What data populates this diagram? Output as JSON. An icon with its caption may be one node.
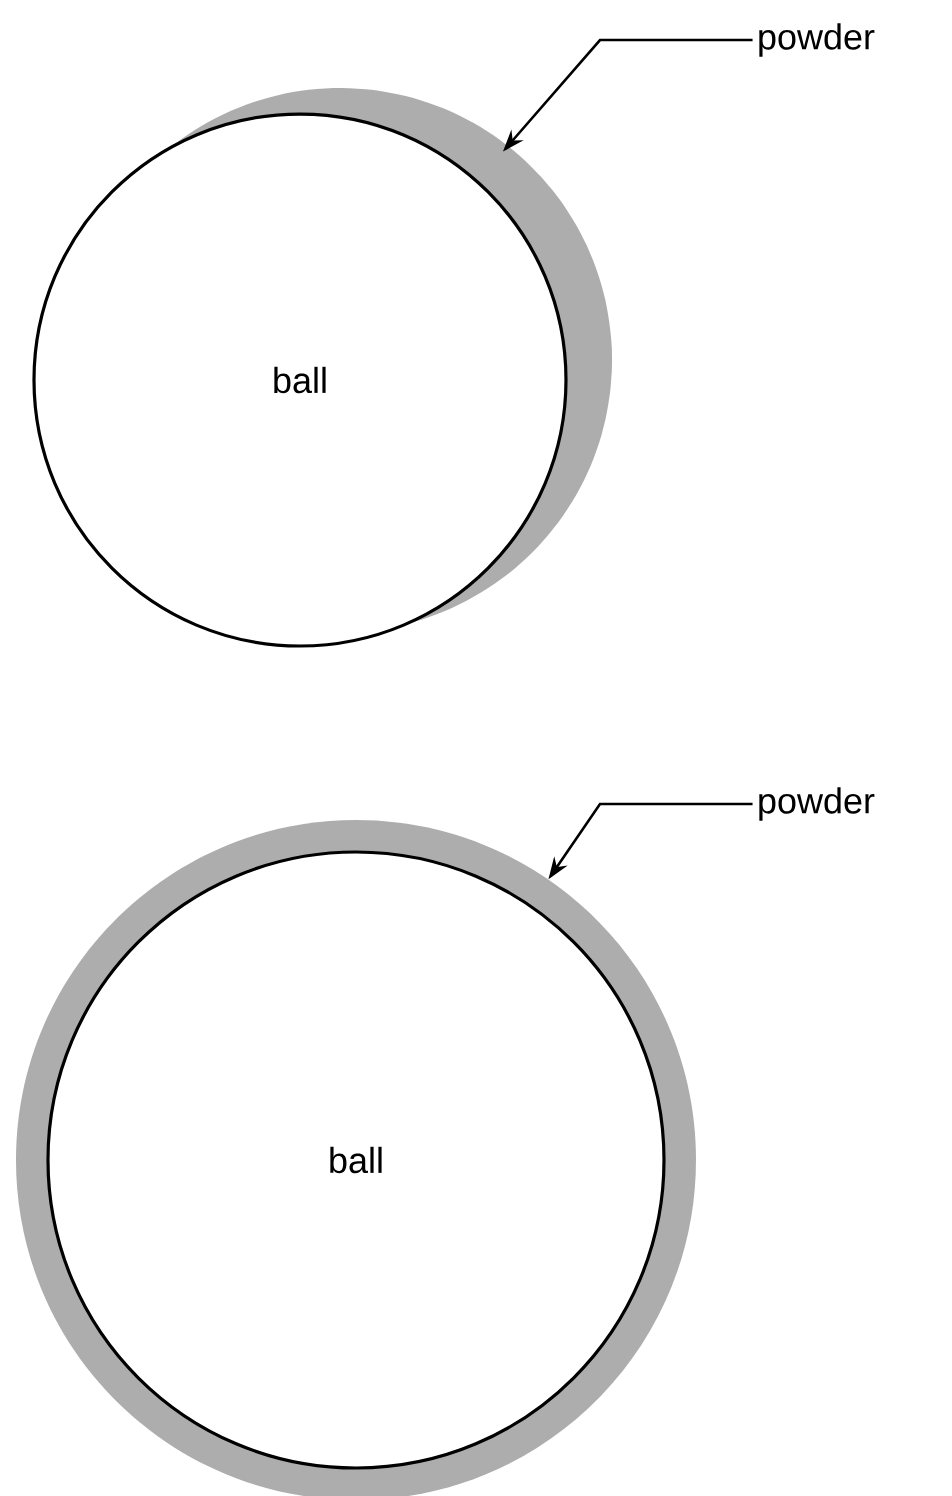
{
  "diagram": {
    "nodes": [
      {
        "text": [
          "powder"
        ]
      },
      {
        "text": [],
        "shape": "crescent"
      },
      {
        "text": [
          "ball"
        ]
      },
      {
        "text": [
          "powder"
        ]
      },
      {
        "text": [],
        "shape": "ring"
      },
      {
        "text": [
          "ball"
        ],
        "in": 4
      }
    ],
    "edges": [
      {
        "from": 0,
        "to": 1,
        "arrow": "to"
      },
      {
        "from": 3,
        "to": 4,
        "arrow": "to"
      }
    ]
  }
}
